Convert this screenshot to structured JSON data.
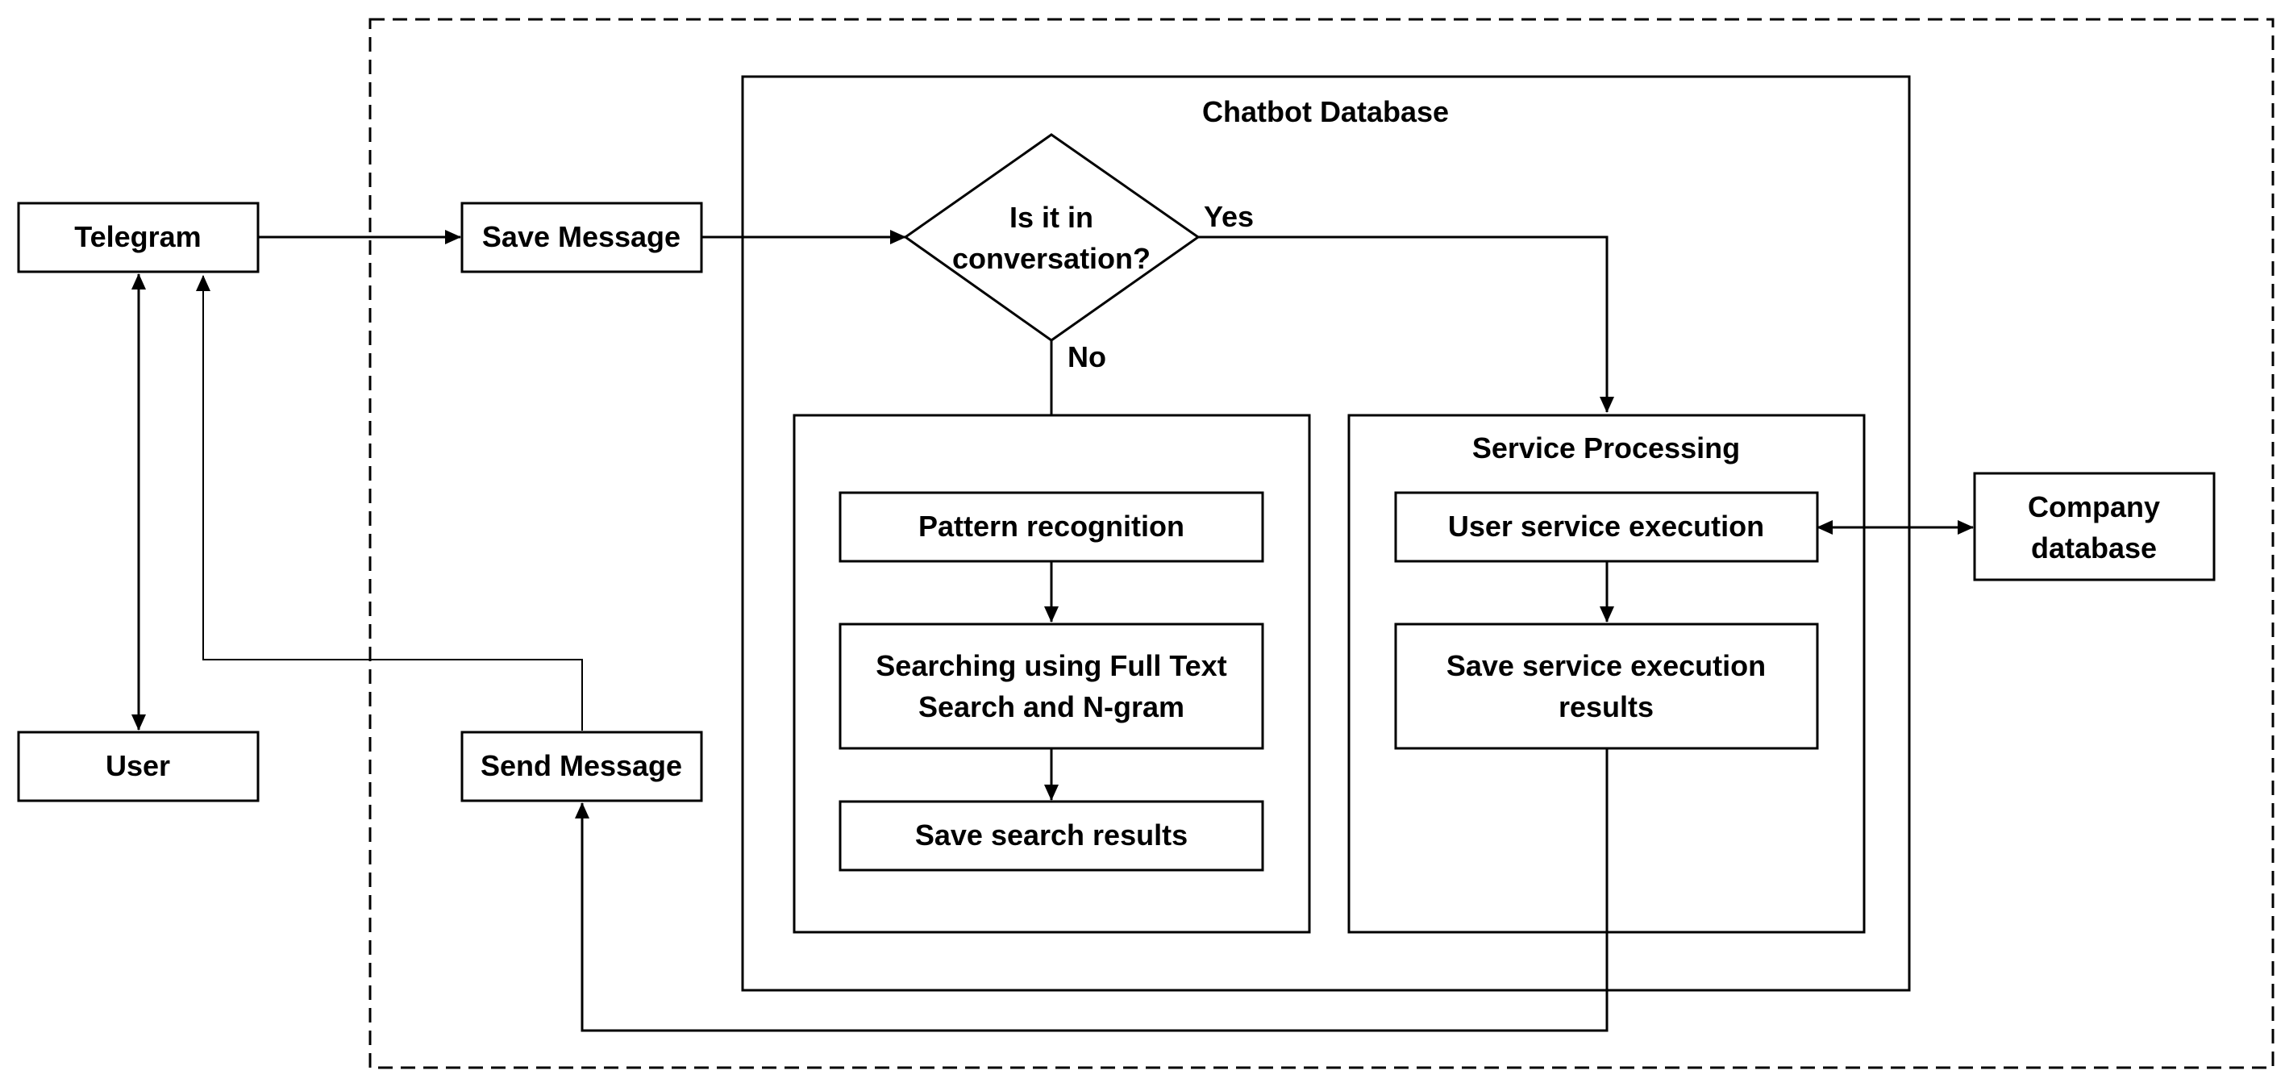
{
  "diagram": {
    "external": {
      "telegram": "Telegram",
      "user": "User",
      "company_db_line1": "Company",
      "company_db_line2": "database"
    },
    "messages": {
      "save": "Save Message",
      "send": "Send Message"
    },
    "chatbot_db": {
      "title": "Chatbot Database",
      "decision_line1": "Is it in",
      "decision_line2": "conversation?",
      "yes": "Yes",
      "no": "No"
    },
    "search_branch": {
      "pattern": "Pattern recognition",
      "search_line1": "Searching using Full Text",
      "search_line2": "Search and N-gram",
      "save_results": "Save search results"
    },
    "service_branch": {
      "title": "Service Processing",
      "execution": "User service execution",
      "save_line1": "Save service execution",
      "save_line2": "results"
    }
  }
}
